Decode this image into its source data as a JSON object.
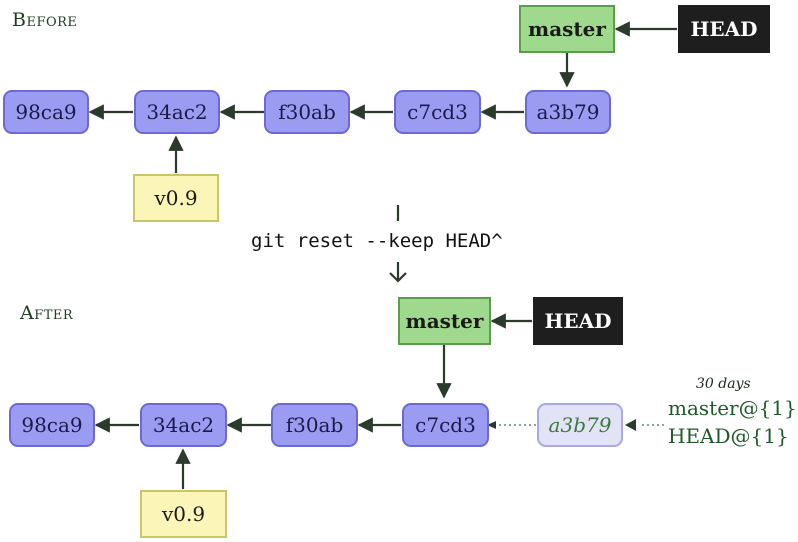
{
  "before": {
    "title": "Before",
    "commits": [
      "98ca9",
      "34ac2",
      "f30ab",
      "c7cd3",
      "a3b79"
    ],
    "branch": "master",
    "head": "HEAD",
    "tag": "v0.9"
  },
  "command": "git reset --keep HEAD^",
  "after": {
    "title": "After",
    "commits": [
      "98ca9",
      "34ac2",
      "f30ab",
      "c7cd3"
    ],
    "orphan_commit": "a3b79",
    "branch": "master",
    "head": "HEAD",
    "tag": "v0.9",
    "reflog": {
      "expiry": "30 days",
      "entries": [
        "master@{1}",
        "HEAD@{1}"
      ]
    }
  },
  "colors": {
    "commit_fill": "#9b9bf2",
    "branch_fill": "#9ed98e",
    "head_fill": "#1e1e1e",
    "tag_fill": "#fbf6b8",
    "arrow": "#2b3b2b"
  }
}
